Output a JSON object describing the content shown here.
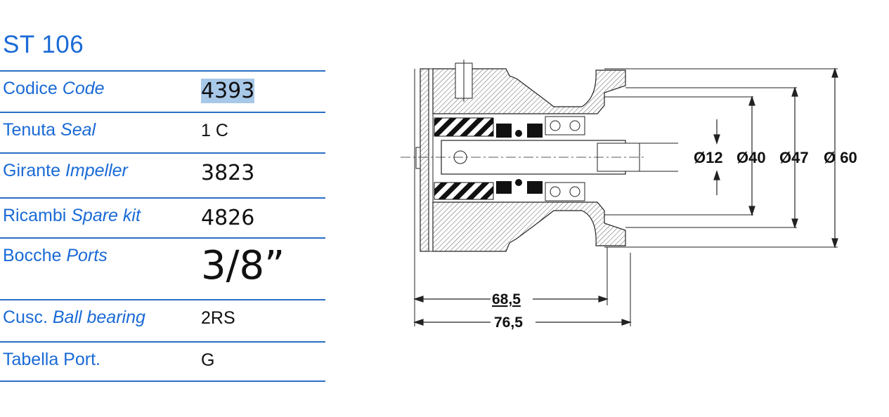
{
  "title": "ST 106",
  "specs": [
    {
      "label": "Codice ",
      "label_it": "Code",
      "value": "4393"
    },
    {
      "label": "Tenuta ",
      "label_it": "Seal",
      "value": "1 C"
    },
    {
      "label": "Girante ",
      "label_it": "Impeller",
      "value": "3823"
    },
    {
      "label": "Ricambi ",
      "label_it": "Spare kit",
      "value": "4826"
    },
    {
      "label": "Bocche ",
      "label_it": "Ports",
      "value": "3/8”"
    },
    {
      "label": "Cusc. ",
      "label_it": "Ball bearing",
      "value": "2RS"
    },
    {
      "label": "Tabella Port.",
      "label_it": "",
      "value": "G"
    }
  ],
  "drawing": {
    "dim_12": "Ø12",
    "dim_40": "Ø40",
    "dim_47": "Ø47",
    "dim_60": "Ø 60",
    "len_short": "68,5",
    "len_long": "76,5"
  },
  "colors": {
    "accent": "#1a6ad6",
    "rule": "#2b6fc4",
    "highlight": "#a8c8e8"
  }
}
